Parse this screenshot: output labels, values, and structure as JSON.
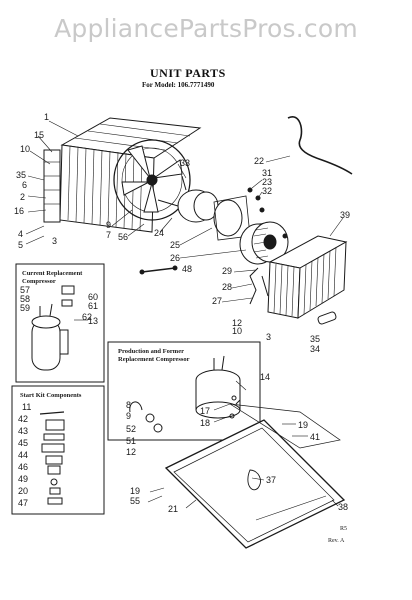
{
  "watermark": "AppliancePartsPros.com",
  "title": "UNIT PARTS",
  "subtitle": "For Model: 106.7771490",
  "boxes": {
    "current": [
      "Current Replacement",
      "Compressor"
    ],
    "production": [
      "Production and Former",
      "Replacement Compressor"
    ],
    "start_kit": [
      "Start Kit Components"
    ]
  },
  "footer": {
    "code": "R5",
    "rev": "Rev. A"
  },
  "callouts": {
    "c1": "1",
    "c15": "15",
    "c10": "10",
    "c35a": "35",
    "c6": "6",
    "c2": "2",
    "c16": "16",
    "c4": "4",
    "c5": "5",
    "c3a": "3",
    "c9": "9",
    "c7": "7",
    "c56a": "56",
    "c24": "24",
    "c33": "33",
    "c25": "25",
    "c26": "26",
    "c22": "22",
    "c31": "31",
    "c23": "23",
    "c32": "32",
    "c39": "39",
    "c29": "29",
    "c28": "28",
    "c27": "27",
    "c12a": "12",
    "c10b": "10",
    "c3b": "3",
    "c48": "48",
    "c13": "13",
    "c35b": "35",
    "c34": "34",
    "c57": "57",
    "c58": "58",
    "c59": "59",
    "c60": "60",
    "c61": "61",
    "c62": "62",
    "c14": "14",
    "c17": "17",
    "c18": "18",
    "c19a": "19",
    "c41": "41",
    "c8": "8",
    "c9b": "9",
    "c52": "52",
    "c51": "51",
    "c12b": "12",
    "c11": "11",
    "c42": "42",
    "c43": "43",
    "c45": "45",
    "c44": "44",
    "c46": "46",
    "c49": "49",
    "c20": "20",
    "c47": "47",
    "c19b": "19",
    "c55": "55",
    "c37": "37",
    "c21": "21",
    "c38": "38"
  },
  "colors": {
    "ink": "#1a1a1a",
    "watermark": "#c9c9c9"
  }
}
